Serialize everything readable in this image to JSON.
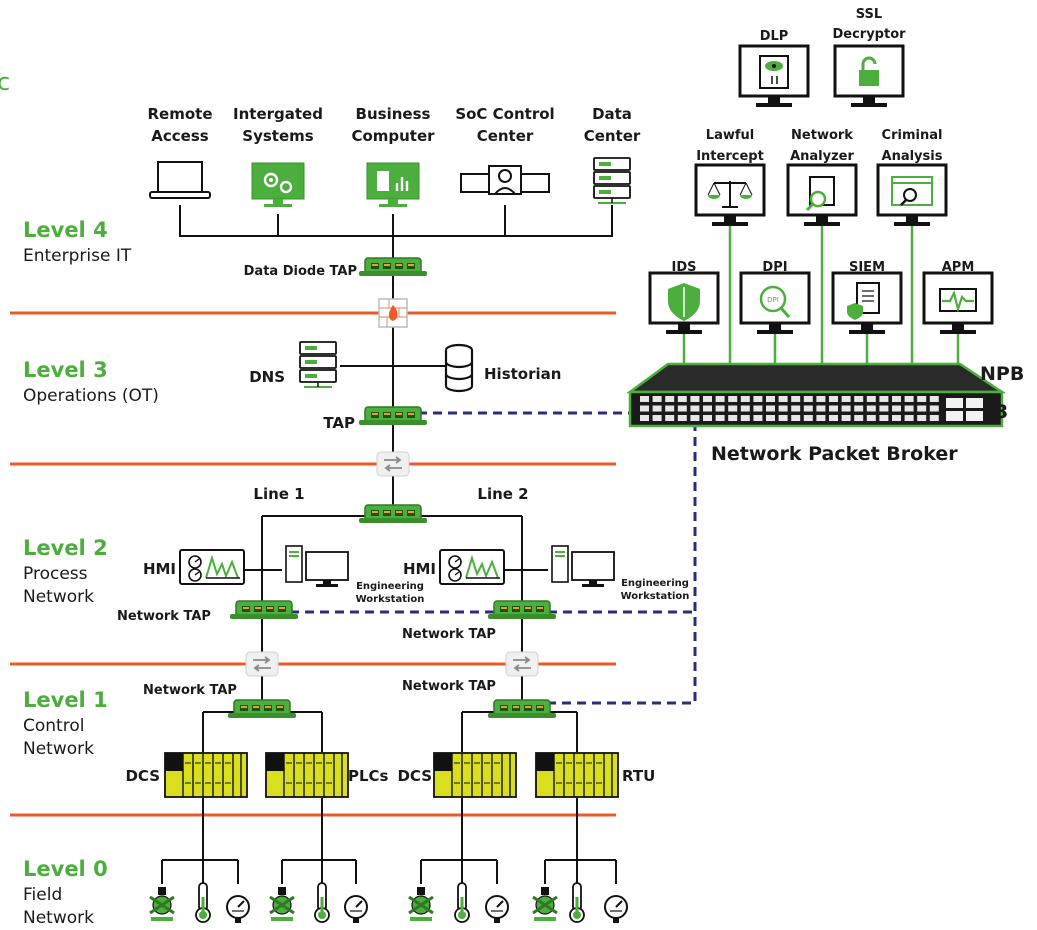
{
  "colors": {
    "accent": "#4cae3c",
    "separator": "#ee5a24",
    "mirror_link": "#2a2e7a"
  },
  "edge_glyph": "c",
  "levels": {
    "l4": {
      "title": "Level 4",
      "sub": [
        "Enterprise IT"
      ]
    },
    "l3": {
      "title": "Level 3",
      "sub": [
        "Operations (OT)"
      ]
    },
    "l2": {
      "title": "Level 2",
      "sub": [
        "Process",
        "Network"
      ]
    },
    "l1": {
      "title": "Level 1",
      "sub": [
        "Control",
        "Network"
      ]
    },
    "l0": {
      "title": "Level 0",
      "sub": [
        "Field",
        "Network"
      ]
    }
  },
  "enterprise": {
    "remote": [
      "Remote",
      "Access"
    ],
    "integrated": [
      "Intergated",
      "Systems"
    ],
    "business": [
      "Business",
      "Computer"
    ],
    "soc": [
      "SoC Control",
      "Center"
    ],
    "datacenter": [
      "Data",
      "Center"
    ]
  },
  "taps": {
    "diode": "Data Diode TAP",
    "tap": "TAP",
    "net_l2_left": "Network TAP",
    "net_l2_right": "Network TAP",
    "net_l1_left": "Network TAP",
    "net_l1_right": "Network TAP"
  },
  "ops": {
    "dns": "DNS",
    "historian": "Historian"
  },
  "process": {
    "line1": "Line 1",
    "line2": "Line 2",
    "hmi_left": "HMI",
    "hmi_right": "HMI",
    "eng_left": [
      "Engineering",
      "Workstation"
    ],
    "eng_right": [
      "Engineering",
      "Workstation"
    ]
  },
  "control": {
    "dcs_left": "DCS",
    "plcs": "PLCs",
    "dcs_right": "DCS",
    "rtu": "RTU"
  },
  "npb": {
    "short": "NPB",
    "name": "Network Packet Broker",
    "port_glyph": "3"
  },
  "tools": {
    "dlp": [
      "DLP"
    ],
    "ssl": [
      "SSL",
      "Decryptor"
    ],
    "lawful": [
      "Lawful",
      "Intercept"
    ],
    "analyzer": [
      "Network",
      "Analyzer"
    ],
    "criminal": [
      "Criminal",
      "Analysis"
    ],
    "ids": [
      "IDS"
    ],
    "dpi": [
      "DPI"
    ],
    "siem": [
      "SIEM"
    ],
    "apm": [
      "APM"
    ],
    "dpi_badge": "DPI"
  }
}
